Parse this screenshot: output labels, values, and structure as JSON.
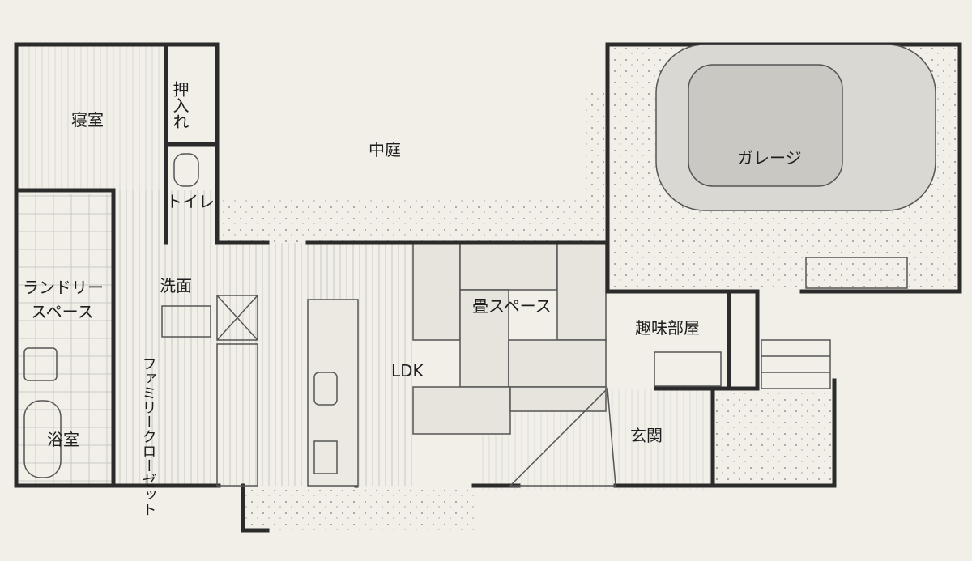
{
  "plan": {
    "rooms": {
      "bedroom": "寝室",
      "closet": "押入れ",
      "courtyard": "中庭",
      "garage": "ガレージ",
      "toilet": "トイレ",
      "washroom": "洗面",
      "laundry_line1": "ランドリー",
      "laundry_line2": "スペース",
      "tatami": "畳スペース",
      "hobby": "趣味部屋",
      "ldk": "LDK",
      "family_closet": "ファミリークローゼット",
      "bath": "浴室",
      "entrance": "玄関"
    },
    "colors": {
      "paper": "#f1efe8",
      "wall": "#2b2b2b",
      "pencil": "#555555"
    }
  }
}
